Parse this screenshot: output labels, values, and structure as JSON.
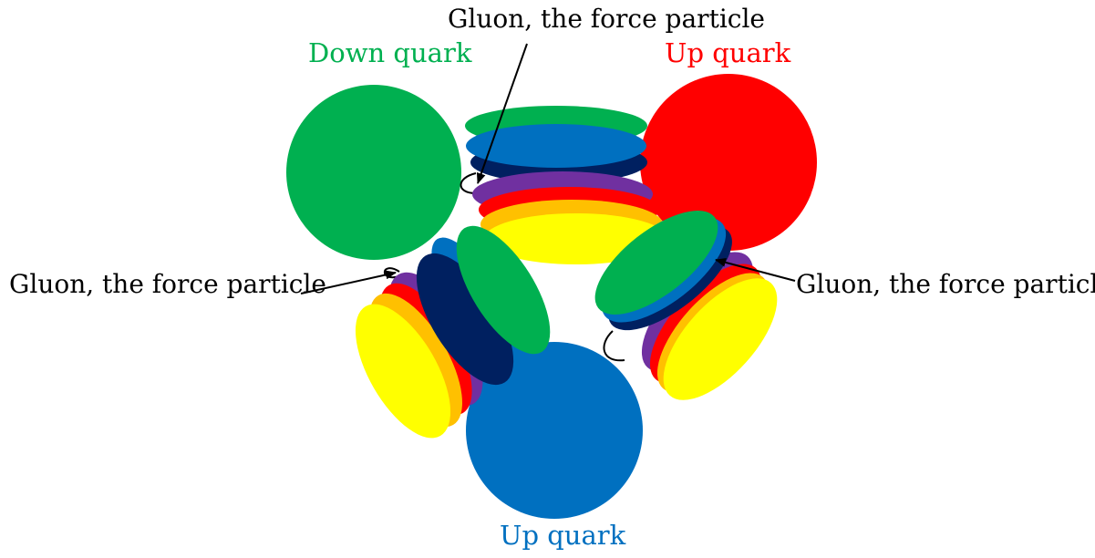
{
  "labels": {
    "gluon_top": "Gluon, the force particle",
    "gluon_left": "Gluon, the force particle",
    "gluon_right": "Gluon, the force particle",
    "down_quark": "Down quark",
    "up_quark_red": "Up quark",
    "up_quark_blue": "Up quark"
  },
  "colors": {
    "green": "#00b050",
    "red": "#ff0000",
    "blue": "#0070c0",
    "dark_blue": "#002060",
    "purple": "#7030a0",
    "orange": "#ffc000",
    "yellow": "#ffff00",
    "text": "#000000"
  },
  "quarks": [
    {
      "name": "Down quark",
      "color": "green"
    },
    {
      "name": "Up quark",
      "color": "red"
    },
    {
      "name": "Up quark",
      "color": "blue"
    }
  ]
}
